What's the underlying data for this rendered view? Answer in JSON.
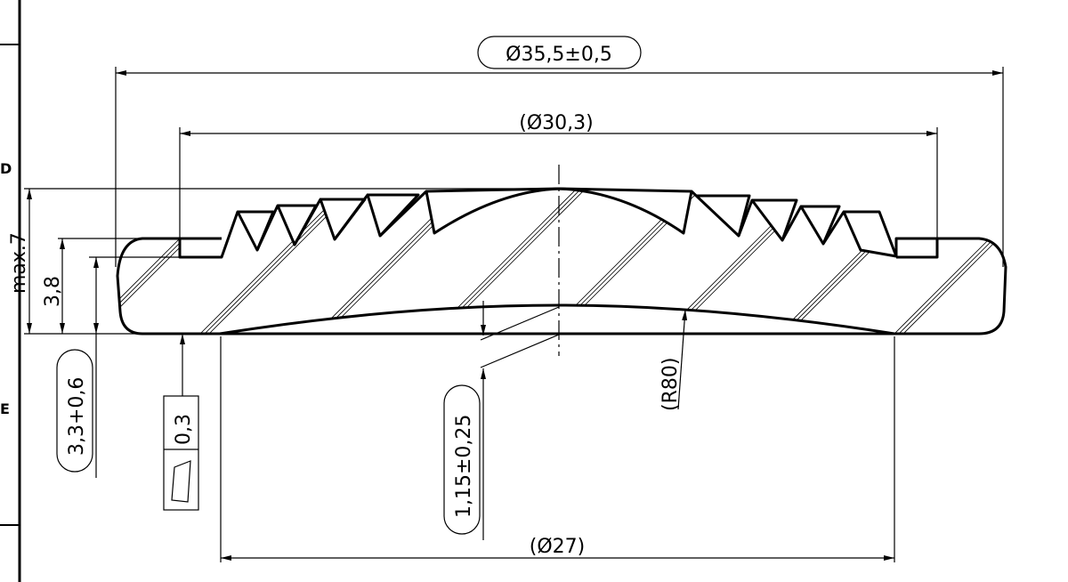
{
  "title_block": {
    "zone_d": "D",
    "zone_e": "E"
  },
  "dimensions": {
    "outer_diameter": "Ø35,5±0,5",
    "inner_diameter": "(Ø30,3)",
    "bottom_diameter": "(Ø27)",
    "max_height": "max.7",
    "height_3_8": "3,8",
    "height_3_3": "3,3+0,6",
    "recess_depth": "1,15±0,25",
    "radius": "(R80)"
  },
  "tolerance_frame": {
    "symbol": "flatness-icon",
    "value": "0,3"
  }
}
